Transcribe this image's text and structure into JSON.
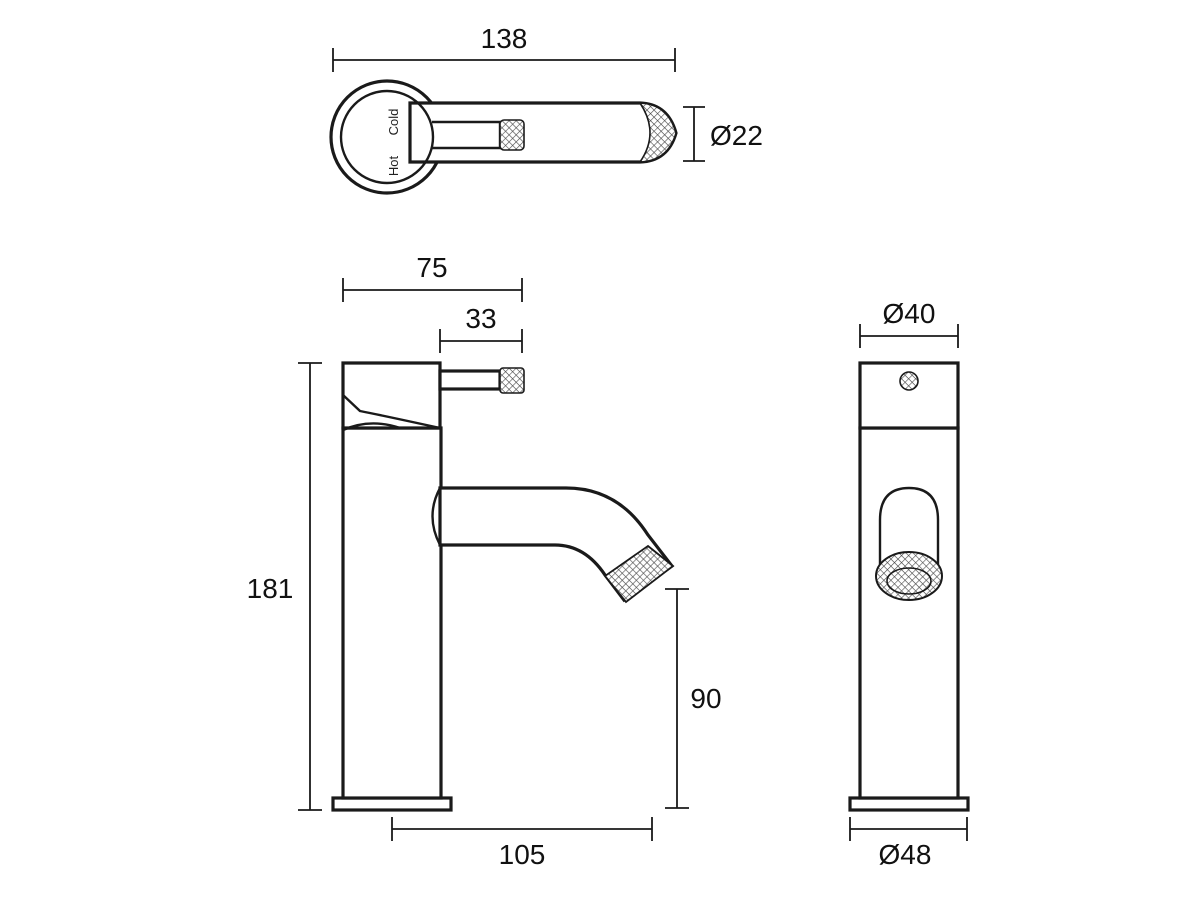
{
  "dimensions": {
    "top_width": "138",
    "handle_dia": "Ø22",
    "side_width": "75",
    "lever_len": "33",
    "height": "181",
    "spout_height": "90",
    "reach": "105",
    "front_width": "Ø40",
    "base_dia": "Ø48"
  },
  "markings": {
    "cold": "Cold",
    "hot": "Hot"
  },
  "colors": {
    "line": "#1a1a1a",
    "background": "#ffffff",
    "knurl": "#555555"
  }
}
